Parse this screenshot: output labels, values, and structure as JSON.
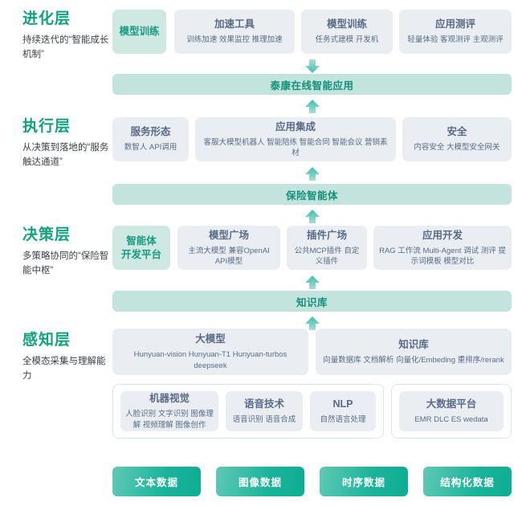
{
  "colors": {
    "accent_teal": "#13a17f",
    "band_bg": "#c3e3dd",
    "band_text": "#13907a",
    "card_bg": "#eaeef3",
    "card_text": "#5a6b86",
    "mint_bg": "#cfe8e2",
    "mint_text": "#179b80",
    "chip_gradient_from": "#5fc9b6",
    "chip_gradient_to": "#0fad95"
  },
  "layers": [
    {
      "id": "evolution",
      "title": "进化层",
      "subtitle": "持续迭代的“智能成长机制”",
      "cards": [
        {
          "title": "模型训练",
          "sub": "",
          "highlight": true
        },
        {
          "title": "加速工具",
          "sub": "训练加速 效果监控 推理加速",
          "highlight": false
        },
        {
          "title": "模型训练",
          "sub": "任务式建模 开发机",
          "highlight": false
        },
        {
          "title": "应用测评",
          "sub": "轻量体验 客观测评 主观测评",
          "highlight": false
        }
      ],
      "band": "泰康在线智能应用",
      "arrow_direction": "down"
    },
    {
      "id": "execution",
      "title": "执行层",
      "subtitle": "从决策到落地的“服务触达通道”",
      "cards": [
        {
          "title": "服务形态",
          "sub": "数智人 API调用",
          "highlight": false
        },
        {
          "title": "应用集成",
          "sub": "客服大模型机器人 智能陪练 智能合同 智能会议 营销素材",
          "highlight": false
        },
        {
          "title": "安全",
          "sub": "内容安全 大模型安全网关",
          "highlight": false
        }
      ],
      "band": "保险智能体",
      "arrow_direction": "up"
    },
    {
      "id": "decision",
      "title": "决策层",
      "subtitle": "多策略协同的“保险智能中枢”",
      "cards": [
        {
          "title": "智能体\n开发平台",
          "sub": "",
          "highlight": true
        },
        {
          "title": "模型广场",
          "sub": "主流大模型   兼容OpenAI API模型",
          "highlight": false
        },
        {
          "title": "插件广场",
          "sub": "公共MCP插件 自定义插件",
          "highlight": false
        },
        {
          "title": "应用开发",
          "sub": "RAG 工作流 Multi-Agent 调试 测评 提示词模板 模型对比",
          "highlight": false
        }
      ],
      "band": "知识库",
      "arrow_direction": "up"
    },
    {
      "id": "perception",
      "title": "感知层",
      "subtitle": "全模态采集与理解能力",
      "cards_top": [
        {
          "title": "大模型",
          "sub": "Hunyuan-vision Hunyuan-T1 Hunyuan-turbos deepseek"
        },
        {
          "title": "知识库",
          "sub": "向量数据库 文档解析 向量化/Embeding 重排序/rerank"
        }
      ],
      "cards_bottom_left": [
        {
          "title": "机器视觉",
          "sub": "人脸识别 文字识别 图像理解 视频理解 图像创作"
        },
        {
          "title": "语音技术",
          "sub": "语音识别 语音合成"
        },
        {
          "title": "NLP",
          "sub": "自然语言处理"
        }
      ],
      "cards_bottom_right": [
        {
          "title": "大数据平台",
          "sub": "EMR DLC ES wedata"
        }
      ]
    }
  ],
  "data_chips": [
    {
      "label": "文本数据"
    },
    {
      "label": "图像数据"
    },
    {
      "label": "时序数据"
    },
    {
      "label": "结构化数据"
    }
  ],
  "icons": {
    "arrow_up": "arrow-up-icon",
    "arrow_down": "arrow-down-icon"
  }
}
